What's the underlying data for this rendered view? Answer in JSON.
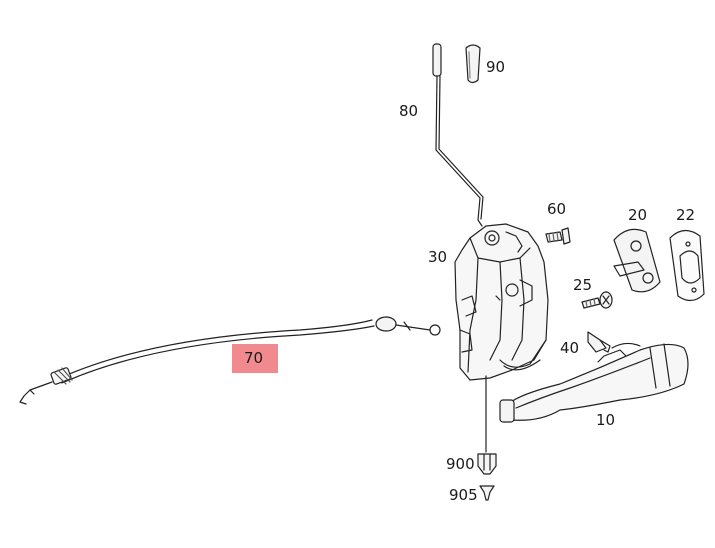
{
  "diagram": {
    "highlight_color": "#f08a8f",
    "callouts": {
      "p10": "10",
      "p20": "20",
      "p22": "22",
      "p25": "25",
      "p30": "30",
      "p40": "40",
      "p60": "60",
      "p70": "70",
      "p80": "80",
      "p90": "90",
      "p900": "900",
      "p905": "905"
    },
    "highlighted_part": "70"
  }
}
